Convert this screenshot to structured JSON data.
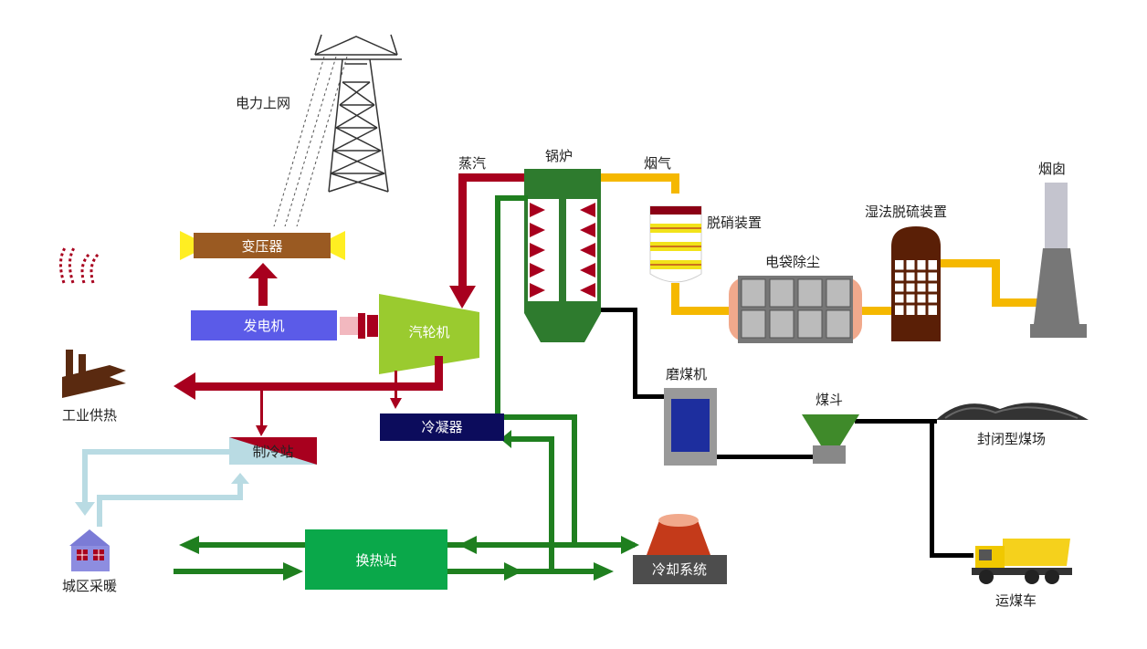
{
  "labels": {
    "grid_power": "电力上网",
    "transformer": "变压器",
    "generator": "发电机",
    "turbine": "汽轮机",
    "steam": "蒸汽",
    "boiler": "锅炉",
    "flue_gas": "烟气",
    "denitrification": "脱硝装置",
    "bag_dust": "电袋除尘",
    "wet_desulfurization": "湿法脱硫装置",
    "chimney": "烟囱",
    "industrial_heating": "工业供热",
    "refrigeration_station": "制冷站",
    "condenser": "冷凝器",
    "coal_mill": "磨煤机",
    "coal_hopper": "煤斗",
    "enclosed_coal_yard": "封闭型煤场",
    "urban_heating": "城区采暖",
    "heat_exchange_station": "换热站",
    "cooling_system": "冷却系统",
    "coal_truck": "运煤车"
  },
  "colors": {
    "steam": "#a8001e",
    "water": "#1f7f1f",
    "flue": "#f5b800",
    "coal": "#000000",
    "chilled": "#b9dbe3",
    "generator": "#5b5be8",
    "turbine": "#9acb2f",
    "boiler": "#2e7b2e",
    "condenser": "#0c0c5c",
    "heat_exchange": "#0aa84a",
    "cooling": "#4d4d4d"
  }
}
